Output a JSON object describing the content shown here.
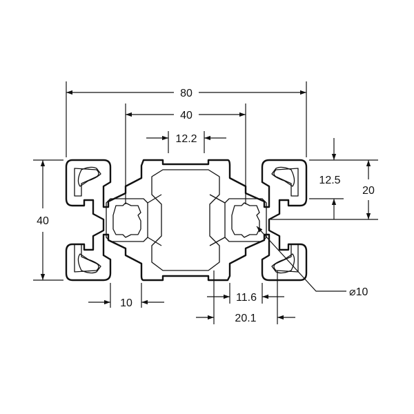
{
  "drawing": {
    "dimensions": {
      "overall_width": "80",
      "center_spacing": "40",
      "center_slot": "12.2",
      "overall_height": "40",
      "height_20": "20",
      "slot_depth": "12.5",
      "slot_width": "10",
      "inner_width": "11.6",
      "outer_width": "20.1",
      "hole_diameter": "⌀10"
    },
    "colors": {
      "line": "#111111",
      "background": "#ffffff"
    }
  }
}
